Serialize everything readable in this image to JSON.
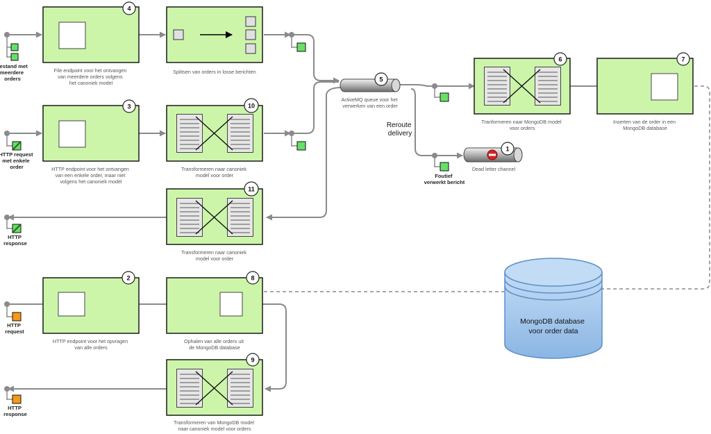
{
  "colors": {
    "box_fill": "#ccf5aa",
    "box_stroke": "#1a1a1a",
    "line": "#8a8a8a",
    "msg_green": "#66e066",
    "msg_orange": "#f59a16",
    "db_fill": "#9ec3ea",
    "db_stroke": "#5b8fc9"
  },
  "badges": {
    "b1": "1",
    "b2": "2",
    "b3": "3",
    "b4": "4",
    "b5": "5",
    "b6": "6",
    "b7": "7",
    "b8": "8",
    "b9": "9",
    "b10": "10",
    "b11": "11"
  },
  "captions": {
    "c4": [
      "File endpoint voor het ontvangen",
      "van meerdere orders volgens",
      "het canoniek model"
    ],
    "csplit": [
      "Splitsen van orders in losse berichten"
    ],
    "c3": [
      "HTTP endpoint voor het ontvangen",
      "van een enkele order, maar niet",
      "volgens het canoniek model"
    ],
    "c10": [
      "Transformeren naar canoniek",
      "model voor order"
    ],
    "c11": [
      "Transformeren naar canoniek",
      "model voor order"
    ],
    "c5": [
      "ActiveMQ queue voor het",
      "verwerken van een order"
    ],
    "c6": [
      "Tranformeren naar MongoDB model",
      "voor orders"
    ],
    "c7": [
      "Inserten van de order in een",
      "MongoDB database"
    ],
    "c1": [
      "Dead letter channel"
    ],
    "c2": [
      "HTTP endpoint voor het opvragen",
      "van alle orders"
    ],
    "c8": [
      "Ophalen van alle orders uit",
      "de MongoDB database"
    ],
    "c9": [
      "Transformeren van MongoDB model",
      "naar canoniek model voor orders"
    ]
  },
  "endpoint_labels": {
    "bestand": [
      "Bestand met",
      "meerdere",
      "orders"
    ],
    "http_request_order": [
      "HTTP request",
      "met  enkele",
      "order"
    ],
    "http_response_1": [
      "HTTP",
      "response"
    ],
    "http_request_2": [
      "HTTP",
      "request"
    ],
    "http_response_2": [
      "HTTP",
      "response"
    ],
    "foutief": [
      "Foutief",
      "verwerkt bericht"
    ]
  },
  "reroute": [
    "Reroute",
    "delivery"
  ],
  "database": [
    "MongoDB database",
    "voor order data"
  ]
}
